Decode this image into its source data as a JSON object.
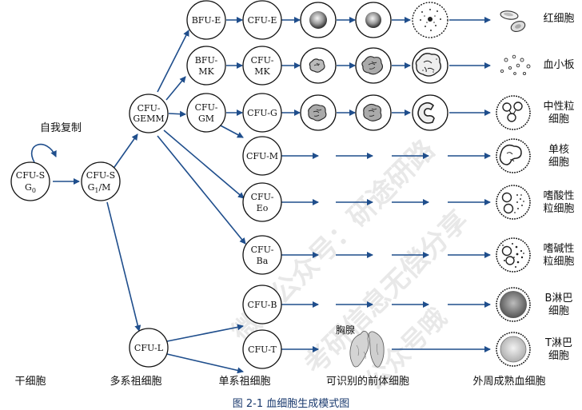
{
  "nodes": {
    "cfu_s0": "CFU-S",
    "cfu_s0_sub": "G",
    "cfu_s0_sub2": "0",
    "cfu_sm": "CFU-S",
    "cfu_sm_sub": "G",
    "cfu_sm_sub2": "1",
    "cfu_sm_sub3": "/M",
    "gemm_1": "CFU-",
    "gemm_2": "GEMM",
    "cfu_l": "CFU-L",
    "bfu_e": "BFU-E",
    "bfu_mk_1": "BFU-",
    "bfu_mk_2": "MK",
    "cfu_gm_1": "CFU-",
    "cfu_gm_2": "GM",
    "cfu_e": "CFU-E",
    "cfu_mk_1": "CFU-",
    "cfu_mk_2": "MK",
    "cfu_g": "CFU-G",
    "cfu_m": "CFU-M",
    "cfu_eo_1": "CFU-",
    "cfu_eo_2": "Eo",
    "cfu_ba_1": "CFU-",
    "cfu_ba_2": "Ba",
    "cfu_b": "CFU-B",
    "cfu_t": "CFU-T"
  },
  "self_renew_label": "自我复制",
  "thymus_label": "胸腺",
  "mature_cells": {
    "rbc": "红细胞",
    "platelet": "血小板",
    "neutrophil_1": "中性粒",
    "neutrophil_2": "细胞",
    "monocyte_1": "单核",
    "monocyte_2": "细胞",
    "eosinophil_1": "嗜酸性",
    "eosinophil_2": "粒细胞",
    "basophil_1": "嗜碱性",
    "basophil_2": "粒细胞",
    "b_cell_1": "B淋巴",
    "b_cell_2": "细胞",
    "t_cell_1": "T淋巴",
    "t_cell_2": "细胞"
  },
  "columns": {
    "stem": "干细胞",
    "multi": "多系祖细胞",
    "single": "单系祖细胞",
    "precursor": "可识别的前体细胞",
    "mature": "外周成熟血细胞"
  },
  "caption": "图 2-1 血细胞生成模式图",
  "watermark_1": "微信公众号：研途研路",
  "watermark_2": "考研信息无偿分享",
  "watermark_3": "公众号哦",
  "colors": {
    "arrow": "#1f4e8c",
    "caption": "#1a3a6e"
  }
}
